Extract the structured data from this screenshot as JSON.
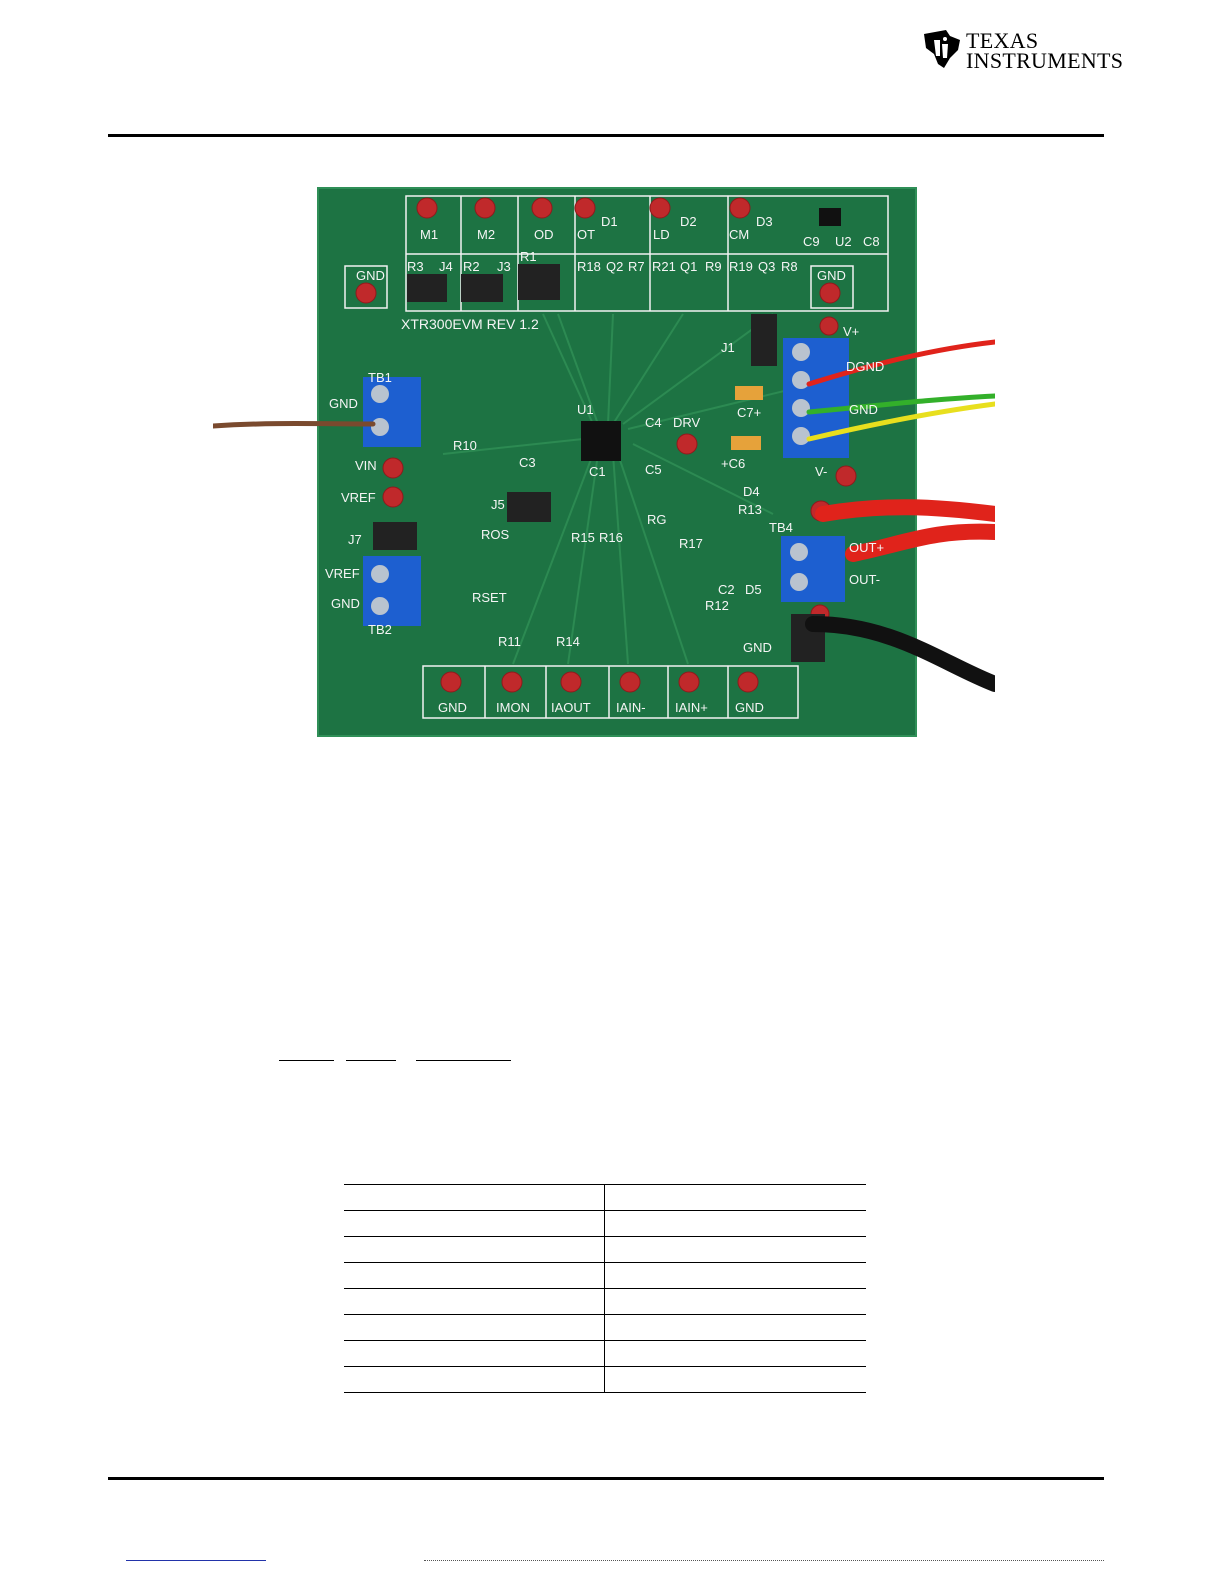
{
  "header": {
    "brand_line1": "TEXAS",
    "brand_line2": "INSTRUMENTS",
    "logo_icon": "ti-logo-icon"
  },
  "figure": {
    "board_name": "XTR300EVM REV 1.2",
    "top_testpoints": [
      "M1",
      "M2",
      "OD",
      "OT",
      "LD",
      "CM"
    ],
    "bottom_testpoints": [
      "GND",
      "IMON",
      "IAOUT",
      "IAIN-",
      "IAIN+",
      "GND"
    ],
    "left_labels": [
      "TB1",
      "GND",
      "VIN",
      "VREF",
      "J7",
      "VREF",
      "GND",
      "TB2"
    ],
    "right_labels": [
      "V+",
      "DGND",
      "GND",
      "V-",
      "TB4",
      "OUT+",
      "OUT-",
      "GND"
    ],
    "component_labels": {
      "u1": "U1",
      "u2": "U2",
      "c1": "C1",
      "c2": "C2",
      "c3": "C3",
      "c4": "C4",
      "c5": "C5",
      "c6": "+C6",
      "c7": "C7+",
      "c8": "C8",
      "c9": "C9",
      "d1": "D1",
      "d2": "D2",
      "d3": "D3",
      "d4": "D4",
      "d5": "D5",
      "drv": "DRV",
      "j1": "J1",
      "j3": "J3",
      "j4": "J4",
      "j5": "J5",
      "r1": "R1",
      "r2": "R2",
      "r3": "R3",
      "r7": "R7",
      "r8": "R8",
      "r9": "R9",
      "r10": "R10",
      "r11": "R11",
      "r12": "R12",
      "r13": "R13",
      "r14": "R14",
      "r15": "R15",
      "r16": "R16",
      "r17": "R17",
      "r18": "R18",
      "r19": "R19",
      "r21": "R21",
      "q1": "Q1",
      "q2": "Q2",
      "q3": "Q3",
      "ros": "ROS",
      "rset": "RSET",
      "rg": "RG",
      "gnd_top_left": "GND",
      "gnd_top_right": "GND"
    },
    "colors": {
      "pcb": "#1f7a45",
      "pcb_edge": "#2f8f57",
      "testpoint": "#c0292b",
      "terminal": "#1d5fd0",
      "wire_red": "#e0231b",
      "wire_green": "#33b02a",
      "wire_yellow": "#e8df1e",
      "wire_brown": "#7a4a2e"
    }
  },
  "table": {
    "rows": [
      [
        "",
        ""
      ],
      [
        "",
        ""
      ],
      [
        "",
        ""
      ],
      [
        "",
        ""
      ],
      [
        "",
        ""
      ],
      [
        "",
        ""
      ],
      [
        "",
        ""
      ],
      [
        "",
        ""
      ]
    ]
  }
}
